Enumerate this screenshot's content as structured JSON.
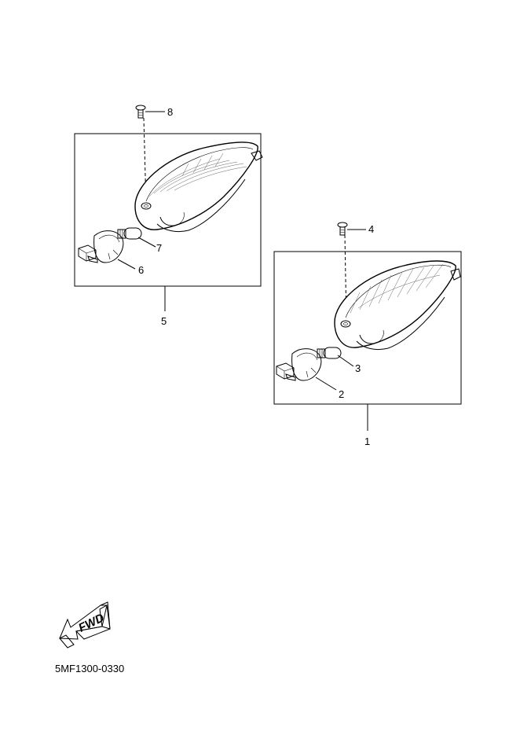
{
  "callouts": {
    "c1": "1",
    "c2": "2",
    "c3": "3",
    "c4": "4",
    "c5": "5",
    "c6": "6",
    "c7": "7",
    "c8": "8"
  },
  "fwd_label": "FWD",
  "diagram_code": "5MF1300-0330"
}
